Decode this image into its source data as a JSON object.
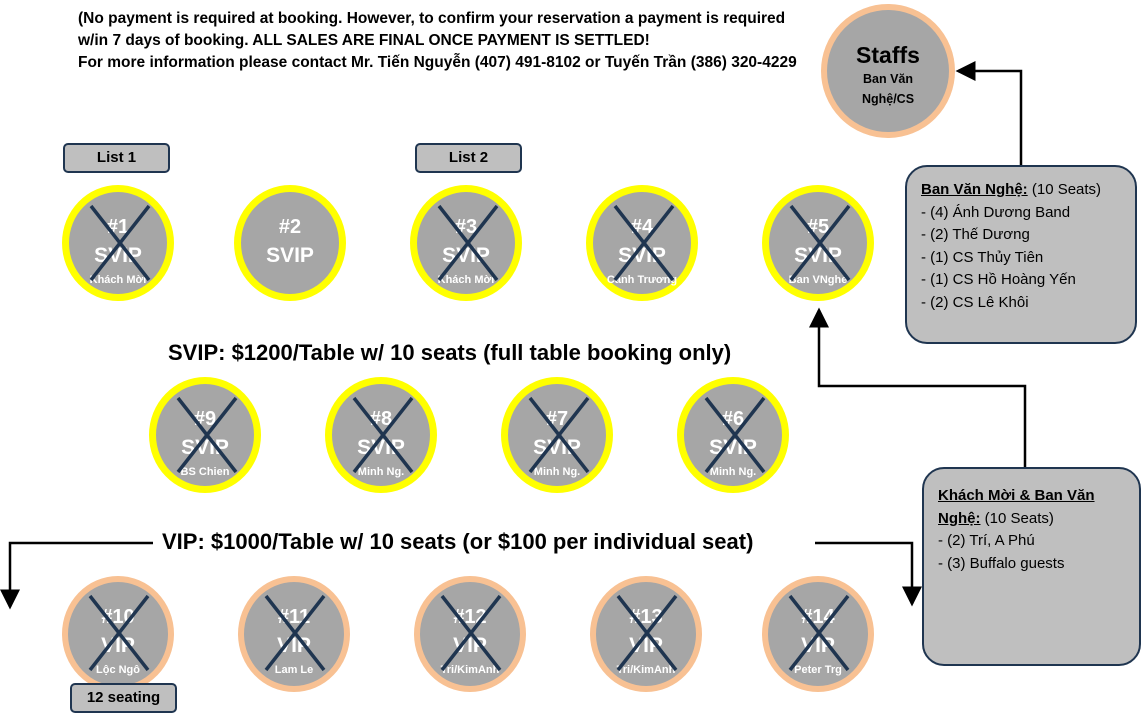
{
  "notice": {
    "line1": "(No payment is required at booking.  However, to confirm your reservation a payment is required w/in 7 days of booking.  ALL SALES ARE FINAL ONCE PAYMENT IS SETTLED!",
    "line2": "For more information please contact Mr. Tiến Nguyễn (407) 491-8102 or Tuyến Trần (386) 320-4229"
  },
  "staff": {
    "title": "Staffs",
    "subtitle_1": "Ban Văn",
    "subtitle_2": "Nghệ/CS"
  },
  "tags": {
    "list1": "List 1",
    "list2": "List 2",
    "seating": "12 seating"
  },
  "headings": {
    "svip": "SVIP: $1200/Table w/ 10 seats (full table booking only)",
    "vip": "VIP: $1000/Table w/ 10 seats (or $100 per individual seat)"
  },
  "tables": [
    {
      "num": "#1",
      "cls": "SVIP",
      "guest": "Khách Mời",
      "booked": true
    },
    {
      "num": "#2",
      "cls": "SVIP",
      "guest": "",
      "booked": false
    },
    {
      "num": "#3",
      "cls": "SVIP",
      "guest": "Khách Mời",
      "booked": true
    },
    {
      "num": "#4",
      "cls": "SVIP",
      "guest": "Canh Trương",
      "booked": true
    },
    {
      "num": "#5",
      "cls": "SVIP",
      "guest": "Ban VNghe",
      "booked": true
    },
    {
      "num": "#9",
      "cls": "SVIP",
      "guest": "BS Chien",
      "booked": true
    },
    {
      "num": "#8",
      "cls": "SVIP",
      "guest": "Minh Ng.",
      "booked": true
    },
    {
      "num": "#7",
      "cls": "SVIP",
      "guest": "Minh Ng.",
      "booked": true
    },
    {
      "num": "#6",
      "cls": "SVIP",
      "guest": "Minh Ng.",
      "booked": true
    },
    {
      "num": "#10",
      "cls": "VIP",
      "guest": "Lộc Ngô",
      "booked": true
    },
    {
      "num": "#11",
      "cls": "VIP",
      "guest": "Lam Le",
      "booked": true
    },
    {
      "num": "#12",
      "cls": "VIP",
      "guest": "Tri/KimAnh",
      "booked": true
    },
    {
      "num": "#13",
      "cls": "VIP",
      "guest": "Tri/KimAnh",
      "booked": true
    },
    {
      "num": "#14",
      "cls": "VIP",
      "guest": "Peter Trg",
      "booked": true
    }
  ],
  "box1": {
    "title": "Ban Văn Nghệ:",
    "seats": " (10 Seats)",
    "items": [
      "- (4) Ánh Dương Band",
      "- (2) Thế Dương",
      "- (1) CS Thủy Tiên",
      "- (1) CS Hồ Hoàng Yến",
      "- (2) CS Lê Khôi"
    ]
  },
  "box2": {
    "title": "Khách Mời & Ban Văn Nghệ:",
    "seats": " (10 Seats)",
    "items": [
      "- (2) Trí, A Phú",
      "- (3) Buffalo guests"
    ]
  },
  "colors": {
    "svip_ring": "#ffff00",
    "vip_ring": "#f8c193",
    "table_fill": "#a6a6a6",
    "cross": "#1f3550"
  }
}
